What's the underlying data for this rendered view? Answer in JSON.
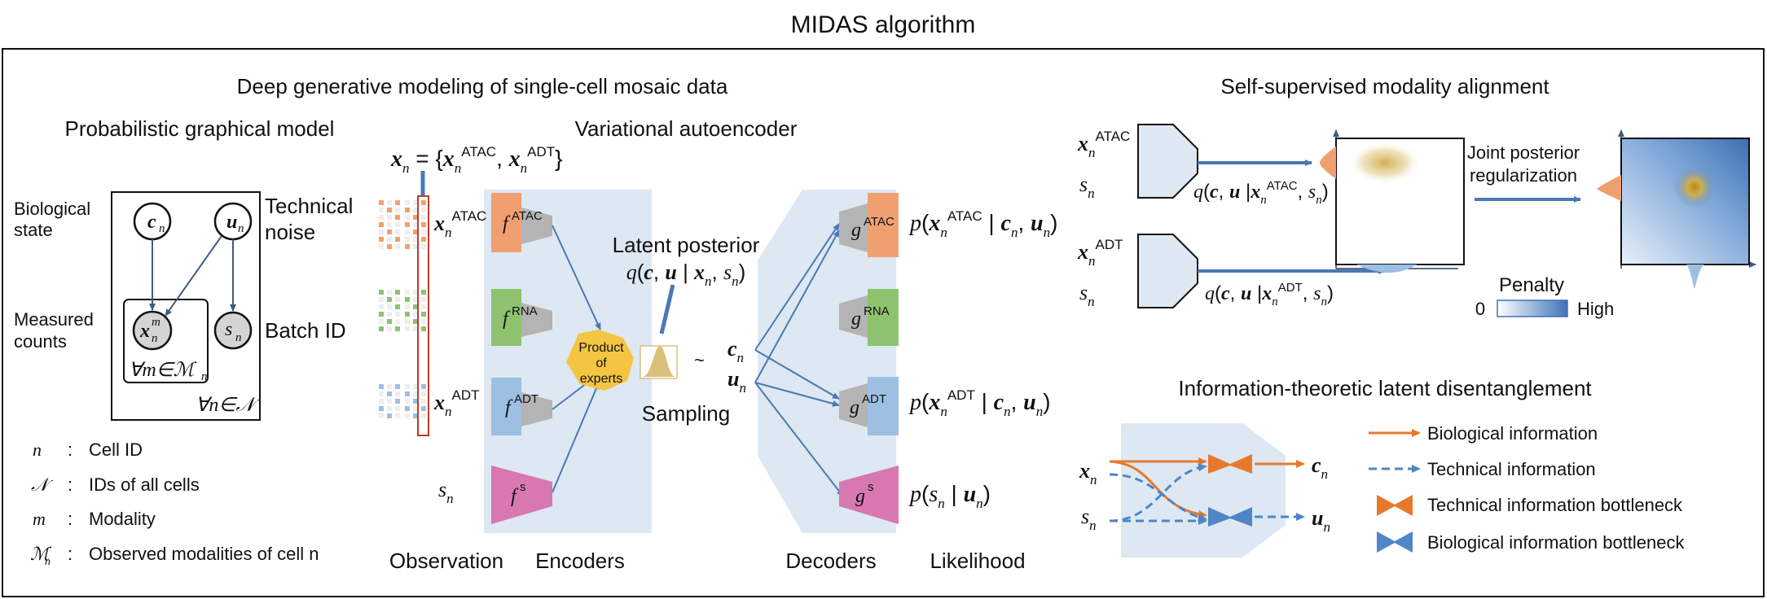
{
  "title": "MIDAS algorithm",
  "sections": {
    "generative": "Deep generative modeling of single-cell mosaic data",
    "pgm": "Probabilistic graphical model",
    "vae": "Variational autoencoder",
    "alignment": "Self-supervised modality alignment",
    "disentangle": "Information-theoretic latent disentanglement"
  },
  "pgm": {
    "biological_state": [
      "Biological",
      "state"
    ],
    "technical_noise": [
      "Technical",
      "noise"
    ],
    "measured_counts": [
      "Measured",
      "counts"
    ],
    "batch_id": "Batch ID",
    "node_c": "c",
    "node_u": "u",
    "node_x": "x",
    "node_s": "s",
    "forall_m": "∀m∈ℳ",
    "forall_n": "∀n∈𝒩",
    "legend": [
      {
        "sym": "n",
        "desc": "Cell ID"
      },
      {
        "sym": "𝒩",
        "desc": "IDs of all cells"
      },
      {
        "sym": "m",
        "desc": "Modality"
      },
      {
        "sym": "ℳ",
        "desc": "Observed modalities of cell n"
      }
    ]
  },
  "vae": {
    "x_def": "= {",
    "mods": [
      "ATAC",
      "RNA",
      "ADT",
      "s"
    ],
    "poe": [
      "Product",
      "of",
      "experts"
    ],
    "latent_posterior": "Latent posterior",
    "q_expr": "q(c, u | x",
    "sampling": "Sampling",
    "bottom_labels": [
      "Observation",
      "Encoders",
      "Decoders",
      "Likelihood"
    ],
    "likelihood_atac": "p(x",
    "likelihood_adt": "p(x",
    "likelihood_s": "p(s"
  },
  "alignment": {
    "joint": [
      "Joint posterior",
      "regularization"
    ],
    "penalty": "Penalty",
    "low": "0",
    "high": "High"
  },
  "disentangle": {
    "legend": [
      {
        "label": "Biological information",
        "color": "#e8792b"
      },
      {
        "label": "Technical information",
        "color": "#4f86c6"
      },
      {
        "label": "Technical information bottleneck",
        "color": "#e8792b"
      },
      {
        "label": "Biological information bottleneck",
        "color": "#4f86c6"
      }
    ]
  },
  "colors": {
    "atac": "#f0a070",
    "rna": "#8ec26f",
    "adt": "#9dbfe2",
    "s": "#d878b0",
    "blue": "#4a78b5",
    "orange": "#e8792b",
    "panel": "#dde8f3"
  }
}
